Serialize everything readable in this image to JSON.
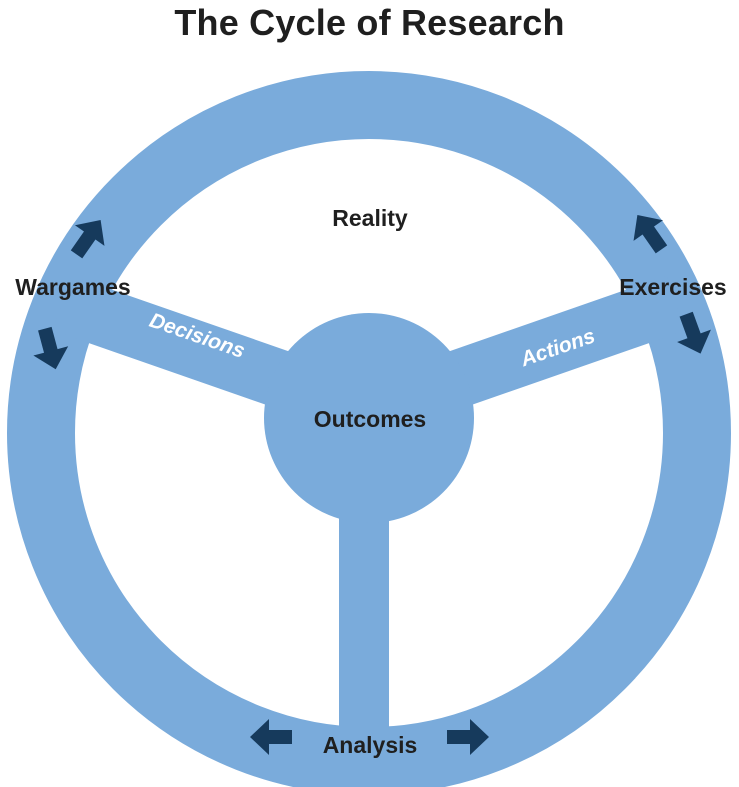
{
  "title": "The Cycle of Research",
  "nodes": {
    "top": "Reality",
    "hub": "Outcomes",
    "left": "Wargames",
    "right": "Exercises",
    "bottom": "Analysis"
  },
  "spokes": {
    "left": "Decisions",
    "right": "Actions"
  },
  "icons": {
    "arrow": "block-arrow-icon"
  },
  "colors": {
    "wheel": "#7aabdb",
    "arrow": "#163a5c",
    "text": "#1f1f1f",
    "spoke_text": "#ffffff"
  }
}
